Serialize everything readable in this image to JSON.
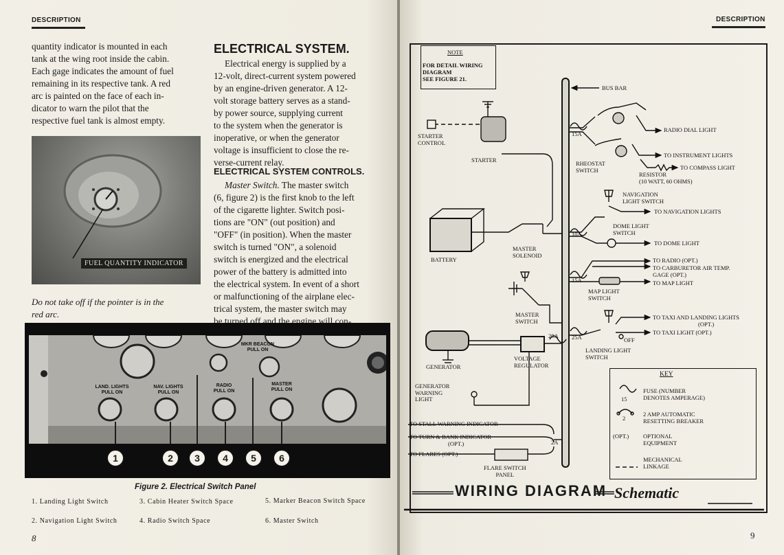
{
  "left_page": {
    "header": "DESCRIPTION",
    "intro_lines": [
      "quantity indicator is mounted in each",
      "tank at the wing root inside the cabin.",
      "Each gage indicates the amount of fuel",
      "remaining in its respective tank. A red",
      "arc is painted on the face of each in-",
      "dicator to warn the pilot that the",
      "respective fuel tank is almost empty."
    ],
    "photo_label": "FUEL QUANTITY INDICATOR",
    "photo_caption_lines": [
      "Do not take off if the pointer is in the",
      "red arc."
    ],
    "section_title": "ELECTRICAL SYSTEM.",
    "section_lines": [
      "Electrical energy is supplied by a",
      "12-volt, direct-current system powered",
      "by an engine-driven generator. A 12-",
      "volt storage battery serves as a stand-",
      "by power source, supplying current",
      "to the system when the generator is",
      "inoperative, or when the generator",
      "voltage is insufficient to close the re-",
      "verse-current relay."
    ],
    "subsection_title": "ELECTRICAL SYSTEM CONTROLS.",
    "master_switch_lead": "Master Switch.",
    "master_switch_lines": [
      "The master switch",
      "(6, figure 2) is the first knob to the left",
      "of the cigarette lighter. Switch posi-",
      "tions are \"ON\" (out position) and",
      "\"OFF\" (in position). When the master",
      "switch is turned \"ON\", a solenoid",
      "switch is energized and the electrical",
      "power of the battery is admitted into",
      "the electrical system. In event of a short",
      "or malfunctioning of the airplane elec-",
      "trical system, the master switch may",
      "be turned off and the engine will con-"
    ],
    "panel_labels": {
      "mkr_beacon": [
        "MKR BEACON",
        "PULL ON"
      ],
      "land_lights": [
        "LAND. LIGHTS",
        "PULL ON"
      ],
      "nav_lights": [
        "NAV. LIGHTS",
        "PULL ON"
      ],
      "radio": [
        "RADIO",
        "PULL ON"
      ],
      "master": [
        "MASTER",
        "PULL ON"
      ]
    },
    "callouts": [
      "1",
      "2",
      "3",
      "4",
      "5",
      "6"
    ],
    "figure_caption": "Figure 2. Electrical Switch Panel",
    "legend": [
      "1. Landing Light Switch",
      "3. Cabin Heater Switch Space",
      "5. Marker Beacon Switch Space",
      "2. Navigation Light Switch",
      "4. Radio Switch Space",
      "6. Master Switch"
    ],
    "page_number": "8"
  },
  "right_page": {
    "header": "DESCRIPTION",
    "note": [
      "NOTE",
      "FOR DETAIL WIRING",
      "DIAGRAM",
      "SEE FIGURE 21."
    ],
    "labels": {
      "bus_bar": "BUS BAR",
      "starter_control": [
        "STARTER",
        "CONTROL"
      ],
      "starter": "STARTER",
      "radio_dial_light": "RADIO DIAL LIGHT",
      "instrument_lights": "TO INSTRUMENT LIGHTS",
      "rheostat_switch": [
        "RHEOSTAT",
        "SWITCH"
      ],
      "compass_light": "TO COMPASS LIGHT",
      "resistor": [
        "RESISTOR",
        "(10 WATT, 60 OHMS)"
      ],
      "nav_light_switch": [
        "NAVIGATION",
        "LIGHT SWITCH"
      ],
      "nav_lights": "TO NAVIGATION LIGHTS",
      "dome_light_switch": [
        "DOME LIGHT",
        "SWITCH"
      ],
      "dome_light": "TO DOME LIGHT",
      "battery": "BATTERY",
      "master_solenoid": [
        "MASTER",
        "SOLENOID"
      ],
      "radio_opt": "TO RADIO (OPT.)",
      "carb_air": [
        "TO CARBURETOR AIR TEMP.",
        "GAGE (OPT.)"
      ],
      "map_light": "TO MAP LIGHT",
      "map_light_switch": [
        "MAP LIGHT",
        "SWITCH"
      ],
      "master_switch": [
        "MASTER",
        "SWITCH"
      ],
      "taxi_landing": [
        "TO TAXI AND LANDING LIGHTS",
        "(OPT.)"
      ],
      "taxi_light": "TO TAXI LIGHT (OPT.)",
      "off": "OFF",
      "landing_light_switch": [
        "LANDING LIGHT",
        "SWITCH"
      ],
      "generator": "GENERATOR",
      "voltage_regulator": [
        "VOLTAGE",
        "REGULATOR"
      ],
      "gen_warning": [
        "GENERATOR",
        "WARNING",
        "LIGHT"
      ],
      "stall_warning": "TO STALL WARNING INDICATOR",
      "turn_bank": [
        "TO TURN & BANK INDICATOR",
        "(OPT.)"
      ],
      "flares": "TO FLARES (OPT.)",
      "flare_switch": [
        "FLARE SWITCH",
        "PANEL"
      ]
    },
    "fuses": [
      "15A",
      "10A",
      "15A",
      "20A",
      "25A",
      "2A"
    ],
    "key": {
      "title": "KEY",
      "fuse_num": "15",
      "fuse_text": [
        "FUSE (NUMBER",
        "DENOTES AMPERAGE)"
      ],
      "breaker_num": "2",
      "breaker_text": [
        "2 AMP AUTOMATIC",
        "RESETTING BREAKER"
      ],
      "opt_symbol": "(OPT.)",
      "opt_text": [
        "OPTIONAL",
        "EQUIPMENT"
      ],
      "linkage_text": [
        "MECHANICAL",
        "LINKAGE"
      ]
    },
    "title_a": "WIRING DIAGRAM",
    "title_b": "Schematic",
    "page_number": "9"
  }
}
